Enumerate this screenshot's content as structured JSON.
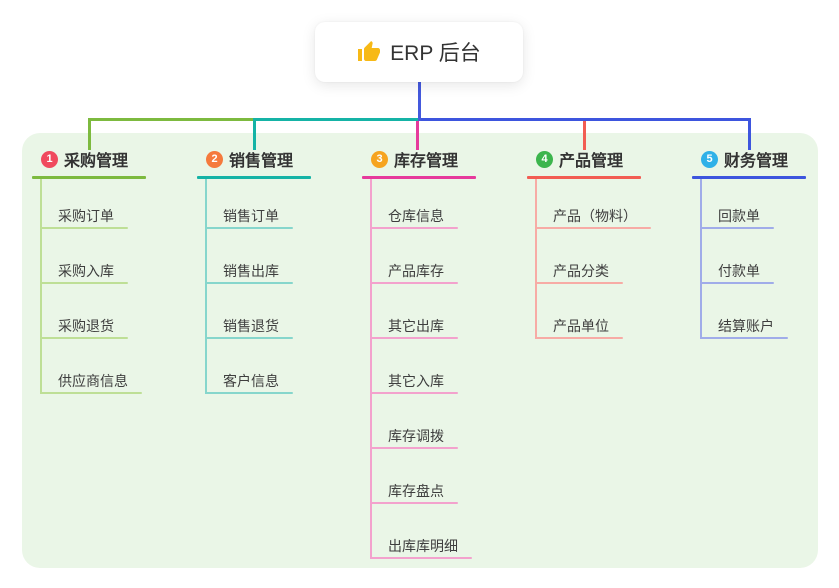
{
  "root": {
    "label": "ERP 后台",
    "icon": "thumbs-up-icon"
  },
  "branches": [
    {
      "num": "1",
      "label": "采购管理",
      "badge_color": "#f04a5e",
      "line_color": "#7dba3f",
      "light_color": "#bedf96",
      "children": [
        "采购订单",
        "采购入库",
        "采购退货",
        "供应商信息"
      ]
    },
    {
      "num": "2",
      "label": "销售管理",
      "badge_color": "#f57a3d",
      "line_color": "#15b3a6",
      "light_color": "#86d6cc",
      "children": [
        "销售订单",
        "销售出库",
        "销售退货",
        "客户信息"
      ]
    },
    {
      "num": "3",
      "label": "库存管理",
      "badge_color": "#f6a41f",
      "line_color": "#e63a9c",
      "light_color": "#f3a2cd",
      "children": [
        "仓库信息",
        "产品库存",
        "其它出库",
        "其它入库",
        "库存调拨",
        "库存盘点",
        "出库库明细"
      ]
    },
    {
      "num": "4",
      "label": "产品管理",
      "badge_color": "#3cb54d",
      "line_color": "#f25d53",
      "light_color": "#f7aba5",
      "children": [
        "产品（物料）",
        "产品分类",
        "产品单位"
      ]
    },
    {
      "num": "5",
      "label": "财务管理",
      "badge_color": "#2fb1e8",
      "line_color": "#3d55de",
      "light_color": "#a0ace9",
      "children": [
        "回款单",
        "付款单",
        "结算账户"
      ]
    }
  ],
  "colors": {
    "canvas_bg": "#ffffff",
    "panel_bg": "#eaf6e7",
    "root_drop": "#4459dd",
    "thumb": "#f7b916",
    "title_text": "#333333",
    "child_text": "#3e3e3e"
  }
}
